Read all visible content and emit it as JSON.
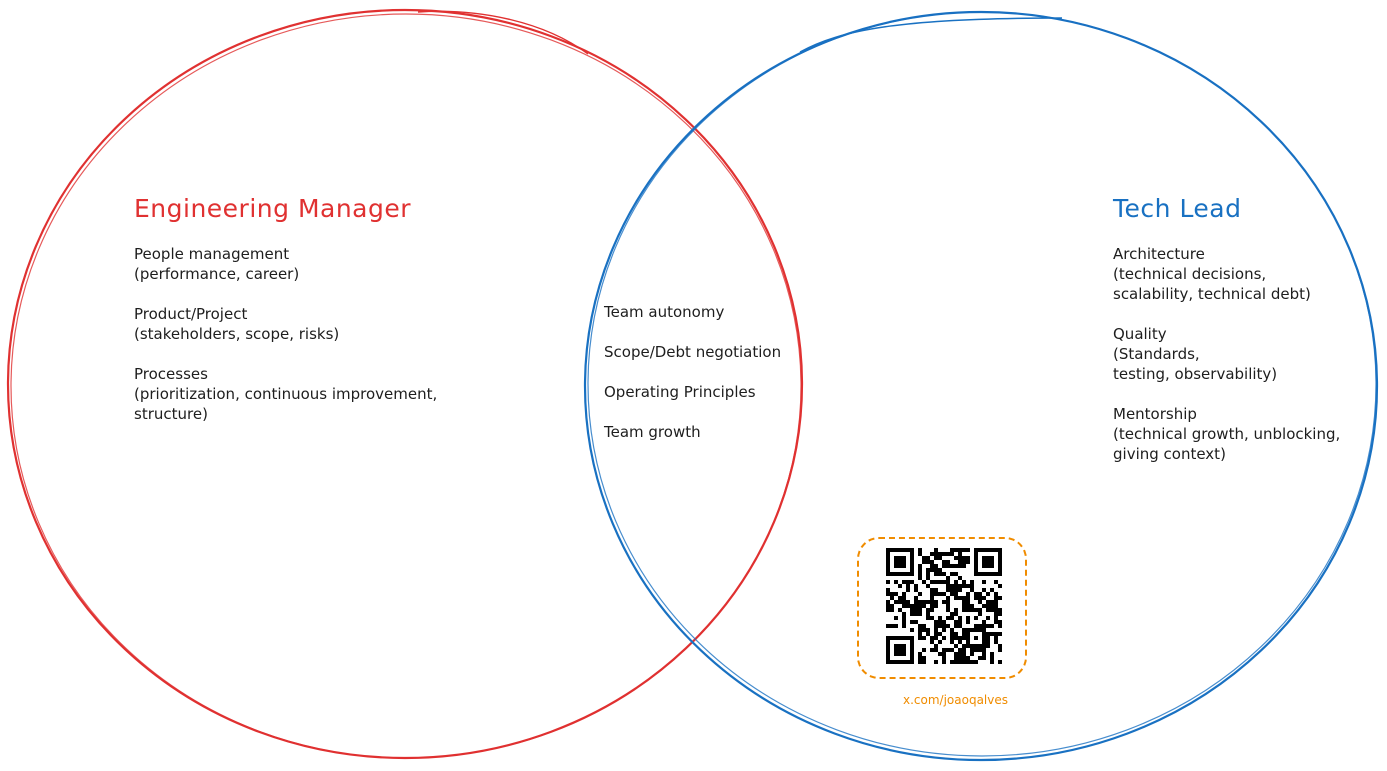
{
  "colors": {
    "manager": "#e03131",
    "lead": "#1971c2",
    "text": "#1e1e1e",
    "qr_frame": "#f08c00",
    "handle": "#f08c00"
  },
  "manager": {
    "title": "Engineering Manager",
    "items": [
      "People management\n(performance, career)",
      "Product/Project\n(stakeholders, scope, risks)",
      "Processes\n(prioritization, continuous improvement,\nstructure)"
    ]
  },
  "shared": {
    "items": [
      "Team autonomy",
      "Scope/Debt negotiation",
      "Operating Principles",
      "Team growth"
    ]
  },
  "lead": {
    "title": "Tech Lead",
    "items": [
      "Architecture\n(technical decisions,\nscalability, technical debt)",
      "Quality\n(Standards,\ntesting, observability)",
      "Mentorship\n(technical growth, unblocking,\ngiving context)"
    ]
  },
  "qr": {
    "icon": "qr-code-icon",
    "handle": "x.com/joaoqalves"
  }
}
